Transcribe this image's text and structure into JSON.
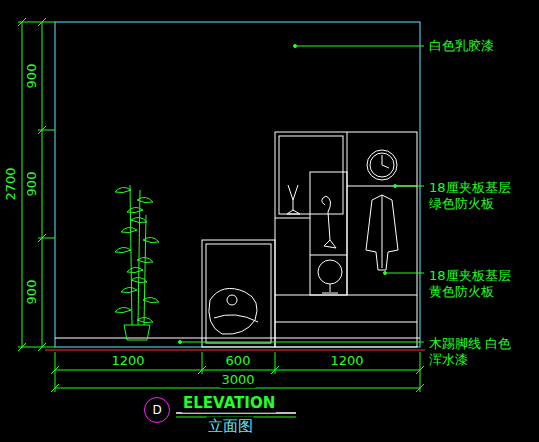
{
  "diagram": {
    "nodes": [
      {
        "text": [
          "D"
        ]
      }
    ],
    "labels": [
      "900",
      "900",
      "900",
      "2700",
      "1200",
      "600",
      "1200",
      "3000",
      "白色乳胶漆",
      "18厘夹板基层 绿色防火板",
      "18厘夹板基层 黄色防火板",
      "木踢脚线 白色浑水漆",
      "ELEVATION",
      "立面图"
    ]
  }
}
